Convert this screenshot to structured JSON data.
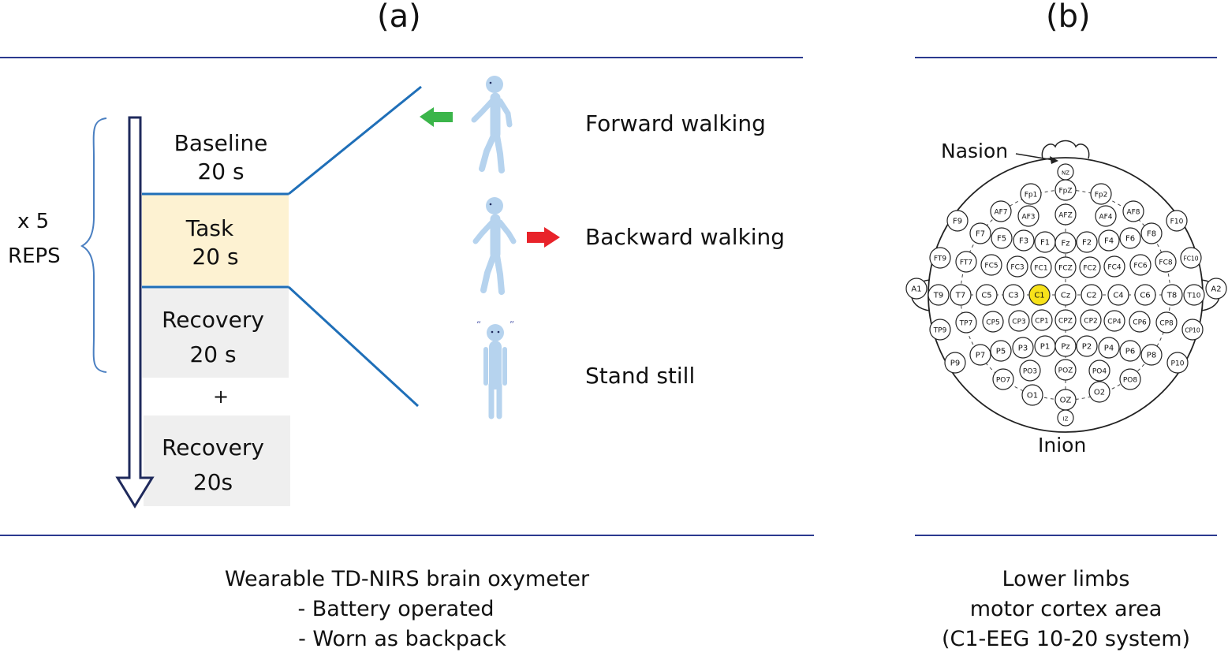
{
  "panel_a": {
    "label": "(a)",
    "reps_count": "x 5",
    "reps_label": "REPS",
    "phases": [
      {
        "name": "Baseline",
        "duration": "20 s",
        "color": "#ffffff"
      },
      {
        "name": "Task",
        "duration": "20 s",
        "color": "#fdf2d2"
      },
      {
        "name": "Recovery",
        "duration": "20 s",
        "color": "#efefef"
      },
      {
        "name": "Recovery",
        "duration": "20s",
        "color": "#efefef"
      }
    ],
    "plus": "+",
    "activities": [
      "Forward walking",
      "Backward walking",
      "Stand still"
    ],
    "caption": {
      "line1": "Wearable TD-NIRS brain oxymeter",
      "line2": "-  Battery operated",
      "line3": "-  Worn as backpack"
    }
  },
  "panel_b": {
    "label": "(b)",
    "nasion": "Nasion",
    "inion": "Inion",
    "highlight_electrode": "C1",
    "highlight_color": "#f7e21a",
    "electrodes": [
      "NZ",
      "Fp1",
      "FpZ",
      "Fp2",
      "AF7",
      "AF3",
      "AFZ",
      "AF4",
      "AF8",
      "F9",
      "F7",
      "F5",
      "F3",
      "F1",
      "Fz",
      "F2",
      "F4",
      "F6",
      "F8",
      "F10",
      "FT9",
      "FT7",
      "FC5",
      "FC3",
      "FC1",
      "FCZ",
      "FC2",
      "FC4",
      "FC6",
      "FC8",
      "FC10",
      "A1",
      "T9",
      "T7",
      "C5",
      "C3",
      "C1",
      "Cz",
      "C2",
      "C4",
      "C6",
      "T8",
      "T10",
      "A2",
      "TP9",
      "TP7",
      "CP5",
      "CP3",
      "CP1",
      "CPZ",
      "CP2",
      "CP4",
      "CP6",
      "CP8",
      "CP10",
      "P9",
      "P7",
      "P5",
      "P3",
      "P1",
      "Pz",
      "P2",
      "P4",
      "P6",
      "P8",
      "P10",
      "PO7",
      "PO3",
      "POZ",
      "PO4",
      "PO8",
      "O1",
      "OZ",
      "O2",
      "IZ"
    ],
    "caption": {
      "line1": "Lower limbs",
      "line2": "motor cortex area",
      "line3": "(C1-EEG 10-20 system)"
    }
  },
  "colors": {
    "rule": "#2b3a8f",
    "arrow": "#1f2a5c",
    "brace": "#4a7fc1",
    "connector": "#1f6fb8",
    "figure": "#b6d3ee",
    "green_arrow": "#3bb54a",
    "red_arrow": "#e8232a"
  },
  "icons": [
    "walking-figure-icon",
    "standing-figure-icon",
    "left-arrow-icon",
    "right-arrow-icon",
    "down-arrow-icon",
    "brace-icon",
    "head-map-icon"
  ]
}
